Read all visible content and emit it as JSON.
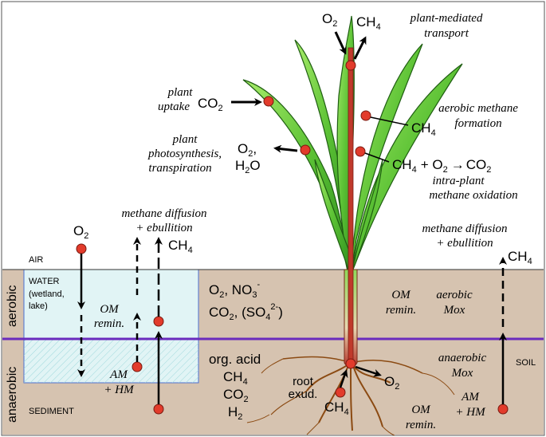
{
  "colors": {
    "soil": "#d6c3b0",
    "water": "#dff2f3",
    "interface": "#6a2bbd",
    "leaf_dark": "#2d8a1d",
    "leaf_light": "#8ee04e",
    "stem": "#c0392b",
    "root": "#8b4a12",
    "dot": "#e23b2b"
  },
  "zones": {
    "air": "AIR",
    "water_1": "WATER",
    "water_2": "(wetland,",
    "water_3": "lake)",
    "sediment": "SEDIMENT",
    "soil": "SOIL",
    "aerobic": "aerobic",
    "anaerobic": "anaerobic"
  },
  "processes": {
    "plant_mediated_1": "plant-mediated",
    "plant_mediated_2": "transport",
    "plant_uptake_1": "plant",
    "plant_uptake_2": "uptake",
    "photosynthesis_1": "plant",
    "photosynthesis_2": "photosynthesis,",
    "photosynthesis_3": "transpiration",
    "aerobic_formation_1": "aerobic methane",
    "aerobic_formation_2": "formation",
    "intra_plant_1": "intra-plant",
    "intra_plant_2": "methane oxidation",
    "diffusion_left_1": "methane diffusion",
    "diffusion_left_2": "+ ebullition",
    "diffusion_right_1": "methane diffusion",
    "diffusion_right_2": "+ ebullition",
    "om_remin_water_1": "OM",
    "om_remin_water_2": "remin.",
    "am_hm_left_1": "AM",
    "am_hm_left_2": "+ HM",
    "om_remin_soil_1": "OM",
    "om_remin_soil_2": "remin.",
    "aerobic_mox_1": "aerobic",
    "aerobic_mox_2": "Mox",
    "anaerobic_mox_1": "anaerobic",
    "anaerobic_mox_2": "Mox",
    "am_hm_right_1": "AM",
    "am_hm_right_2": "+ HM",
    "om_remin_bottom_1": "OM",
    "om_remin_bottom_2": "remin.",
    "root_exud_1": "root",
    "root_exud_2": "exud."
  },
  "species": {
    "o2_top": "O",
    "o2_top_sub": "2",
    "ch4_top": "CH",
    "ch4_top_sub": "4",
    "co2_uptake": "CO",
    "co2_uptake_sub": "2",
    "o2_photo": "O",
    "o2_photo_sub": "2",
    "o2_photo_comma": ",",
    "h2o": "H",
    "h2o_sub": "2",
    "h2o_o": "O",
    "ch4_formation": "CH",
    "ch4_formation_sub": "4",
    "ox_ch4": "CH",
    "ox_ch4_sub": "4",
    "ox_plus": "+ O",
    "ox_o2_sub": "2",
    "ox_arrow": "→",
    "ox_co2": "CO",
    "ox_co2_sub": "2",
    "o2_left": "O",
    "o2_left_sub": "2",
    "ch4_left": "CH",
    "ch4_left_sub": "4",
    "ch4_right": "CH",
    "ch4_right_sub": "4",
    "aerobic_soil_line1_a": "O",
    "aerobic_soil_line1_a_sub": "2",
    "aerobic_soil_line1_b": ", NO",
    "aerobic_soil_line1_b_sub": "3",
    "aerobic_soil_line1_b_sup": "-",
    "aerobic_soil_line2_a": "CO",
    "aerobic_soil_line2_a_sub": "2",
    "aerobic_soil_line2_b": ", (SO",
    "aerobic_soil_line2_b_sub": "4",
    "aerobic_soil_line2_b_sup": "2-",
    "aerobic_soil_line2_c": ")",
    "anaerobic_list_1": "org. acid",
    "anaerobic_list_2": "CH",
    "anaerobic_list_2_sub": "4",
    "anaerobic_list_3": "CO",
    "anaerobic_list_3_sub": "2",
    "anaerobic_list_4": "H",
    "anaerobic_list_4_sub": "2",
    "root_o2": "O",
    "root_o2_sub": "2",
    "root_ch4": "CH",
    "root_ch4_sub": "4"
  }
}
